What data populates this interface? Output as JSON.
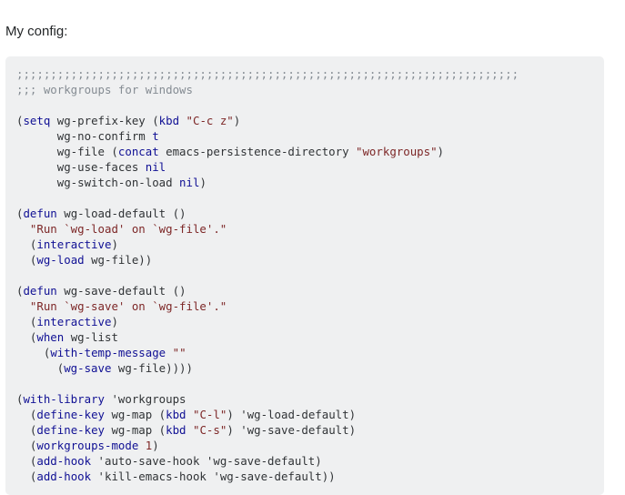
{
  "intro_text": "My config:",
  "colors": {
    "code_background": "#eff0f1",
    "comment": "#858c93",
    "keyword": "#101094",
    "string": "#7d2727",
    "plain": "#303336"
  },
  "code": {
    "lines": [
      [
        {
          "t": ";;;;;;;;;;;;;;;;;;;;;;;;;;;;;;;;;;;;;;;;;;;;;;;;;;;;;;;;;;;;;;;;;;;;;;;;;;",
          "c": "comment"
        }
      ],
      [
        {
          "t": ";;; workgroups for windows",
          "c": "comment"
        }
      ],
      [],
      [
        {
          "t": "(",
          "c": "paren"
        },
        {
          "t": "setq",
          "c": "keyword"
        },
        {
          "t": " wg-prefix-key (",
          "c": "plain"
        },
        {
          "t": "kbd",
          "c": "keyword"
        },
        {
          "t": " ",
          "c": "plain"
        },
        {
          "t": "\"C-c z\"",
          "c": "string"
        },
        {
          "t": ")",
          "c": "plain"
        }
      ],
      [
        {
          "t": "      wg-no-confirm ",
          "c": "plain"
        },
        {
          "t": "t",
          "c": "keyword"
        }
      ],
      [
        {
          "t": "      wg-file (",
          "c": "plain"
        },
        {
          "t": "concat",
          "c": "keyword"
        },
        {
          "t": " emacs-persistence-directory ",
          "c": "plain"
        },
        {
          "t": "\"workgroups\"",
          "c": "string"
        },
        {
          "t": ")",
          "c": "plain"
        }
      ],
      [
        {
          "t": "      wg-use-faces ",
          "c": "plain"
        },
        {
          "t": "nil",
          "c": "keyword"
        }
      ],
      [
        {
          "t": "      wg-switch-on-load ",
          "c": "plain"
        },
        {
          "t": "nil",
          "c": "keyword"
        },
        {
          "t": ")",
          "c": "plain"
        }
      ],
      [],
      [
        {
          "t": "(",
          "c": "paren"
        },
        {
          "t": "defun",
          "c": "keyword"
        },
        {
          "t": " wg-load-default ()",
          "c": "plain"
        }
      ],
      [
        {
          "t": "  ",
          "c": "plain"
        },
        {
          "t": "\"Run `wg-load' on `wg-file'.\"",
          "c": "string"
        }
      ],
      [
        {
          "t": "  (",
          "c": "plain"
        },
        {
          "t": "interactive",
          "c": "keyword"
        },
        {
          "t": ")",
          "c": "plain"
        }
      ],
      [
        {
          "t": "  (",
          "c": "plain"
        },
        {
          "t": "wg-load",
          "c": "keyword"
        },
        {
          "t": " wg-file))",
          "c": "plain"
        }
      ],
      [],
      [
        {
          "t": "(",
          "c": "paren"
        },
        {
          "t": "defun",
          "c": "keyword"
        },
        {
          "t": " wg-save-default ()",
          "c": "plain"
        }
      ],
      [
        {
          "t": "  ",
          "c": "plain"
        },
        {
          "t": "\"Run `wg-save' on `wg-file'.\"",
          "c": "string"
        }
      ],
      [
        {
          "t": "  (",
          "c": "plain"
        },
        {
          "t": "interactive",
          "c": "keyword"
        },
        {
          "t": ")",
          "c": "plain"
        }
      ],
      [
        {
          "t": "  (",
          "c": "plain"
        },
        {
          "t": "when",
          "c": "keyword"
        },
        {
          "t": " wg-list",
          "c": "plain"
        }
      ],
      [
        {
          "t": "    (",
          "c": "plain"
        },
        {
          "t": "with-temp-message",
          "c": "keyword"
        },
        {
          "t": " ",
          "c": "plain"
        },
        {
          "t": "\"\"",
          "c": "string"
        }
      ],
      [
        {
          "t": "      (",
          "c": "plain"
        },
        {
          "t": "wg-save",
          "c": "keyword"
        },
        {
          "t": " wg-file))))",
          "c": "plain"
        }
      ],
      [],
      [
        {
          "t": "(",
          "c": "paren"
        },
        {
          "t": "with-library",
          "c": "keyword"
        },
        {
          "t": " 'workgroups",
          "c": "plain"
        }
      ],
      [
        {
          "t": "  (",
          "c": "plain"
        },
        {
          "t": "define-key",
          "c": "keyword"
        },
        {
          "t": " wg-map (",
          "c": "plain"
        },
        {
          "t": "kbd",
          "c": "keyword"
        },
        {
          "t": " ",
          "c": "plain"
        },
        {
          "t": "\"C-l\"",
          "c": "string"
        },
        {
          "t": ") 'wg-load-default)",
          "c": "plain"
        }
      ],
      [
        {
          "t": "  (",
          "c": "plain"
        },
        {
          "t": "define-key",
          "c": "keyword"
        },
        {
          "t": " wg-map (",
          "c": "plain"
        },
        {
          "t": "kbd",
          "c": "keyword"
        },
        {
          "t": " ",
          "c": "plain"
        },
        {
          "t": "\"C-s\"",
          "c": "string"
        },
        {
          "t": ") 'wg-save-default)",
          "c": "plain"
        }
      ],
      [
        {
          "t": "  (",
          "c": "plain"
        },
        {
          "t": "workgroups-mode",
          "c": "keyword"
        },
        {
          "t": " ",
          "c": "plain"
        },
        {
          "t": "1",
          "c": "string"
        },
        {
          "t": ")",
          "c": "plain"
        }
      ],
      [
        {
          "t": "  (",
          "c": "plain"
        },
        {
          "t": "add-hook",
          "c": "keyword"
        },
        {
          "t": " 'auto-save-hook 'wg-save-default)",
          "c": "plain"
        }
      ],
      [
        {
          "t": "  (",
          "c": "plain"
        },
        {
          "t": "add-hook",
          "c": "keyword"
        },
        {
          "t": " 'kill-emacs-hook 'wg-save-default))",
          "c": "plain"
        }
      ]
    ]
  }
}
